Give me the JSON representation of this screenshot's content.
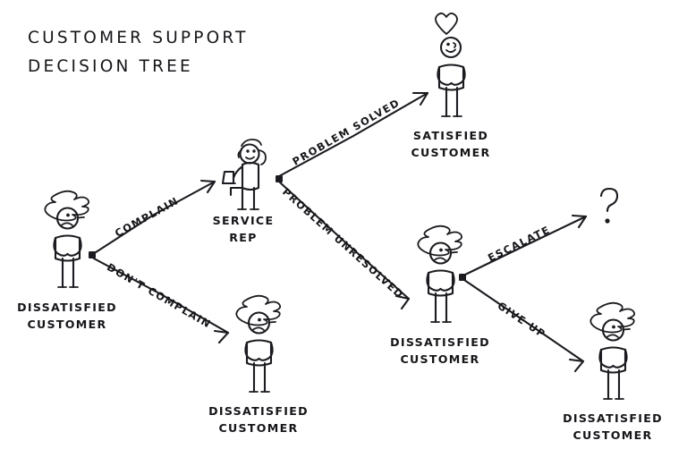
{
  "title": {
    "line1": "CUSTOMER SUPPORT",
    "line2": "DECISION TREE"
  },
  "colors": {
    "ink": "#1b1b20",
    "background": "#ffffff"
  },
  "nodes": [
    {
      "id": "start-dissatisfied-customer",
      "label_line1": "DISSATISFIED",
      "label_line2": "CUSTOMER",
      "mood": "sad",
      "emblem": "scribble-cloud"
    },
    {
      "id": "service-rep",
      "label_line1": "SERVICE",
      "label_line2": "REP",
      "mood": "happy",
      "emblem": "none"
    },
    {
      "id": "dont-complain-dissatisfied-customer",
      "label_line1": "DISSATISFIED",
      "label_line2": "CUSTOMER",
      "mood": "sad",
      "emblem": "scribble-cloud"
    },
    {
      "id": "satisfied-customer",
      "label_line1": "SATISFIED",
      "label_line2": "CUSTOMER",
      "mood": "happy",
      "emblem": "heart"
    },
    {
      "id": "unresolved-dissatisfied-customer",
      "label_line1": "DISSATISFIED",
      "label_line2": "CUSTOMER",
      "mood": "sad",
      "emblem": "scribble-cloud"
    },
    {
      "id": "escalate-unknown",
      "label_line1": "",
      "label_line2": "",
      "mood": "unknown",
      "emblem": "question-mark"
    },
    {
      "id": "give-up-dissatisfied-customer",
      "label_line1": "DISSATISFIED",
      "label_line2": "CUSTOMER",
      "mood": "sad",
      "emblem": "scribble-cloud"
    }
  ],
  "edges": [
    {
      "id": "edge-complain",
      "label": "COMPLAIN",
      "from": "start-dissatisfied-customer",
      "to": "service-rep"
    },
    {
      "id": "edge-dont-complain",
      "label": "DON'T COMPLAIN",
      "from": "start-dissatisfied-customer",
      "to": "dont-complain-dissatisfied-customer"
    },
    {
      "id": "edge-problem-solved",
      "label": "PROBLEM SOLVED",
      "from": "service-rep",
      "to": "satisfied-customer"
    },
    {
      "id": "edge-problem-unresolved",
      "label": "PROBLEM UNRESOLVED",
      "from": "service-rep",
      "to": "unresolved-dissatisfied-customer"
    },
    {
      "id": "edge-escalate",
      "label": "ESCALATE",
      "from": "unresolved-dissatisfied-customer",
      "to": "escalate-unknown"
    },
    {
      "id": "edge-give-up",
      "label": "GIVE UP",
      "from": "unresolved-dissatisfied-customer",
      "to": "give-up-dissatisfied-customer"
    }
  ],
  "question_mark": "?"
}
